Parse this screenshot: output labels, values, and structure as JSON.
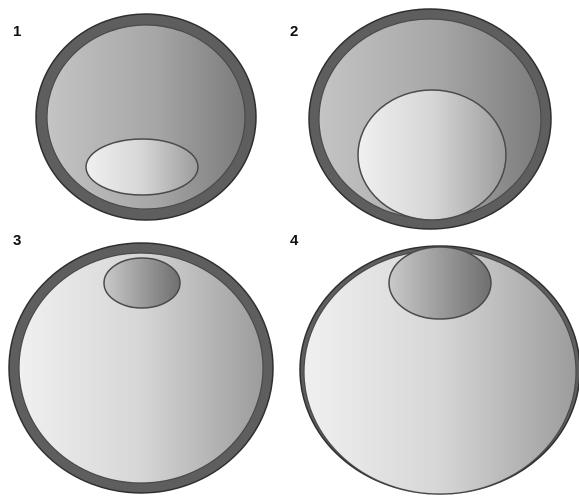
{
  "panels": [
    {
      "label": "1"
    },
    {
      "label": "2"
    },
    {
      "label": "3"
    },
    {
      "label": "4"
    }
  ],
  "colors": {
    "rim": "#5e5e5e",
    "rim_edge": "#2f2f2f",
    "shade_dark": "#7b7b7b",
    "shade_light": "#f2f2f2",
    "outline": "#4a4a4a"
  }
}
